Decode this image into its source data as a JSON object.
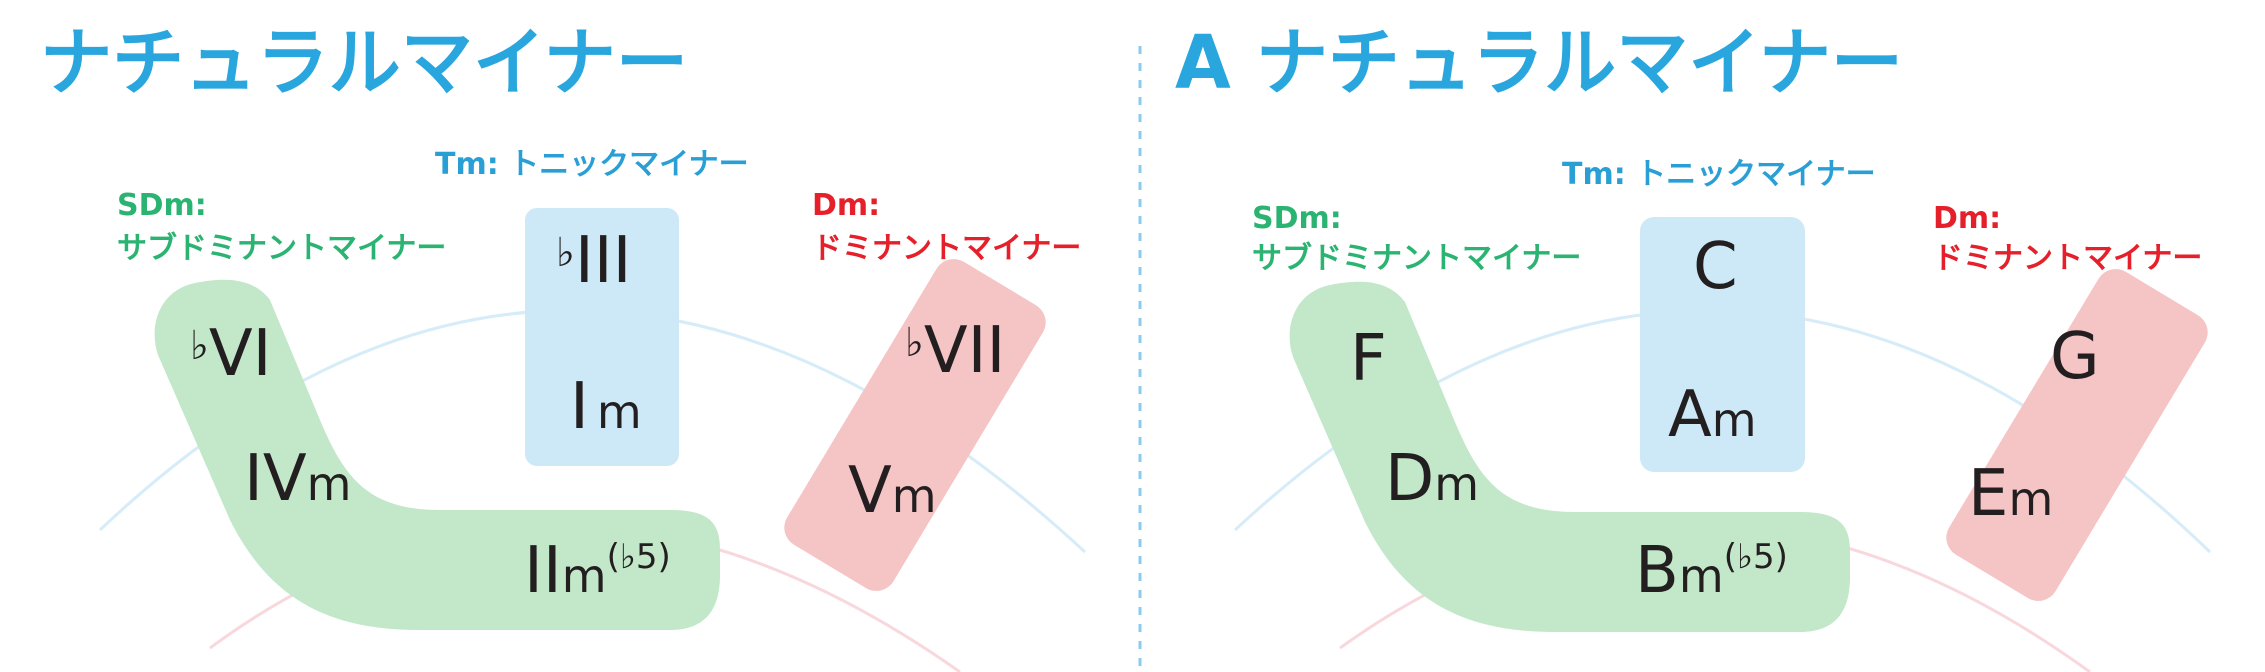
{
  "colors": {
    "title": "#2aa6de",
    "tonic": "#2a9fd6",
    "subdominant": "#2bb372",
    "dominant": "#e5202a",
    "tonic_fill": "#cde9f7",
    "subdominant_fill": "#c2e7c9",
    "dominant_fill": "#f5c4c5",
    "divider": "#8ccbec"
  },
  "left": {
    "title": "ナチュラルマイナー",
    "tm_label": "Tm: トニックマイナー",
    "sdm_label_1": "SDm:",
    "sdm_label_2": "サブドミナントマイナー",
    "dm_label_1": "Dm:",
    "dm_label_2": "ドミナントマイナー",
    "chords": {
      "biii": {
        "flat": "♭",
        "main": "III",
        "suffix": ""
      },
      "im": {
        "flat": "",
        "main": "I",
        "suffix": "m"
      },
      "bvi": {
        "flat": "♭",
        "main": "VI",
        "suffix": ""
      },
      "ivm": {
        "flat": "",
        "main": "IV",
        "suffix": "m"
      },
      "iim": {
        "flat": "",
        "main": "II",
        "suffix": "m",
        "sup": "(♭5)"
      },
      "bvii": {
        "flat": "♭",
        "main": "VII",
        "suffix": ""
      },
      "vm": {
        "flat": "",
        "main": "V",
        "suffix": "m"
      }
    }
  },
  "right": {
    "title": "A ナチュラルマイナー",
    "tm_label": "Tm: トニックマイナー",
    "sdm_label_1": "SDm:",
    "sdm_label_2": "サブドミナントマイナー",
    "dm_label_1": "Dm:",
    "dm_label_2": "ドミナントマイナー",
    "chords": {
      "c": {
        "main": "C",
        "suffix": ""
      },
      "am": {
        "main": "A",
        "suffix": "m"
      },
      "f": {
        "main": "F",
        "suffix": ""
      },
      "dm": {
        "main": "D",
        "suffix": "m"
      },
      "bm": {
        "main": "B",
        "suffix": "m",
        "sup": "(♭5)"
      },
      "g": {
        "main": "G",
        "suffix": ""
      },
      "em": {
        "main": "E",
        "suffix": "m"
      }
    }
  }
}
